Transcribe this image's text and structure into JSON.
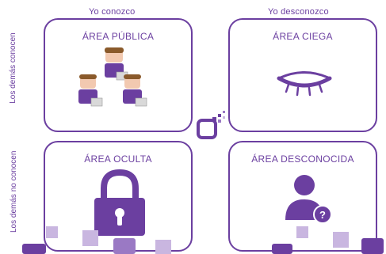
{
  "columns": {
    "known_to_self": "Yo conozco",
    "unknown_to_self": "Yo desconozco"
  },
  "rows": {
    "known_to_others": "Los demás conocen",
    "unknown_to_others": "Los demás no conocen"
  },
  "quadrants": {
    "public": {
      "title": "ÁREA PÚBLICA",
      "icon": "people-group-icon"
    },
    "blind": {
      "title": "ÁREA CIEGA",
      "icon": "closed-eye-icon"
    },
    "hidden": {
      "title": "ÁREA OCULTA",
      "icon": "padlock-icon"
    },
    "unknown": {
      "title": "ÁREA DESCONOCIDA",
      "icon": "unknown-user-icon"
    }
  },
  "colors": {
    "accent": "#6b3fa0",
    "accent_light": "#c9b6e0",
    "skin": "#f2c9b0",
    "hair": "#8a5a2b"
  }
}
